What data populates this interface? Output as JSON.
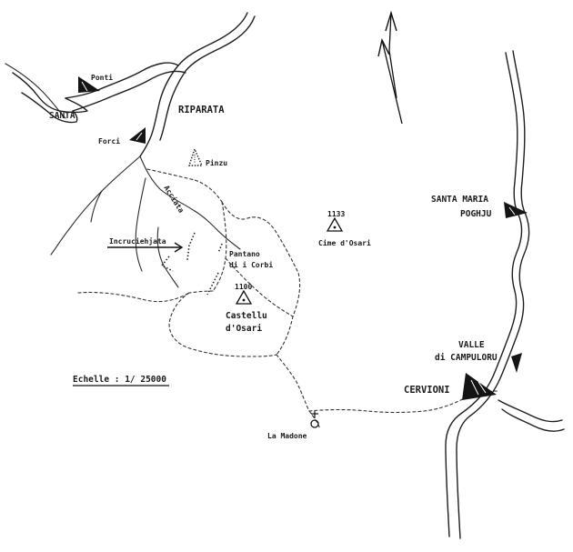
{
  "map": {
    "places": {
      "ponti": "Ponti",
      "santa": "SANTA",
      "riparata": "RIPARATA",
      "forci": "Forci",
      "pinzu": "Pinzu",
      "acciata": "Acciata",
      "incruciehjata": "Incruciehjata",
      "pantano": "Pantano",
      "di_i_corbi": "di i Corbi",
      "cime_elev": "1133",
      "cime_osari": "Cime d'Osari",
      "castellu_elev": "1100",
      "castellu": "Castellu",
      "d_osari": "d'Osari",
      "santa_maria": "SANTA MARIA",
      "poghju": "POGHJU",
      "valle": "VALLE",
      "di_campuloru": "di CAMPULORU",
      "cervioni": "CERVIONI",
      "la_madone": "La Madone"
    },
    "scale": "Echelle : 1/ 25000",
    "icons": {
      "village": "village-triangle-icon",
      "summit": "summit-triangle-icon",
      "chapel": "chapel-icon",
      "north": "north-arrow-icon",
      "pointer": "pointer-arrow-icon",
      "scree": "scree-hatch-icon"
    },
    "colors": {
      "ink": "#1a1a1a",
      "paper": "#ffffff"
    }
  }
}
